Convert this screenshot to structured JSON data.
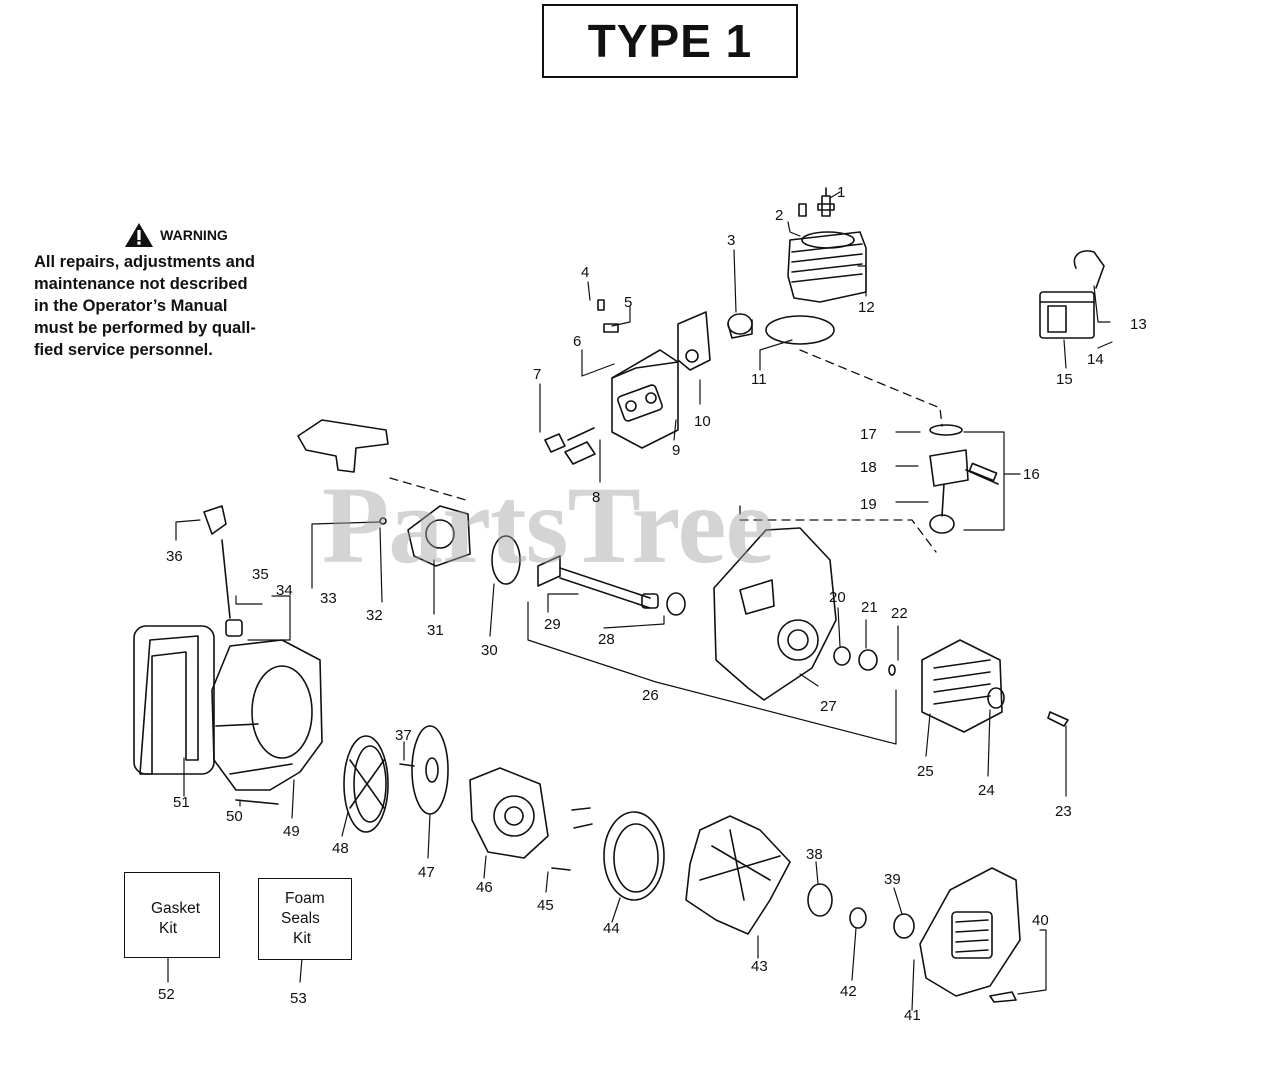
{
  "title": "TYPE 1",
  "warning": {
    "heading": "WARNING",
    "lines": [
      "All repairs, adjustments and",
      "maintenance not described",
      "in the Operator’s Manual",
      "must be performed by quall-",
      "fied service personnel."
    ]
  },
  "watermark": "PartsTree",
  "kits": {
    "gasket": [
      "Gasket",
      "Kit"
    ],
    "foam": [
      "Foam",
      "Seals",
      "Kit"
    ]
  },
  "part_numbers": [
    "1",
    "2",
    "3",
    "4",
    "5",
    "6",
    "7",
    "8",
    "9",
    "10",
    "11",
    "12",
    "13",
    "14",
    "15",
    "16",
    "17",
    "18",
    "19",
    "20",
    "21",
    "22",
    "23",
    "24",
    "25",
    "26",
    "27",
    "28",
    "29",
    "30",
    "31",
    "32",
    "33",
    "34",
    "35",
    "36",
    "37",
    "38",
    "39",
    "40",
    "41",
    "42",
    "43",
    "44",
    "45",
    "46",
    "47",
    "48",
    "49",
    "50",
    "51",
    "52",
    "53"
  ]
}
